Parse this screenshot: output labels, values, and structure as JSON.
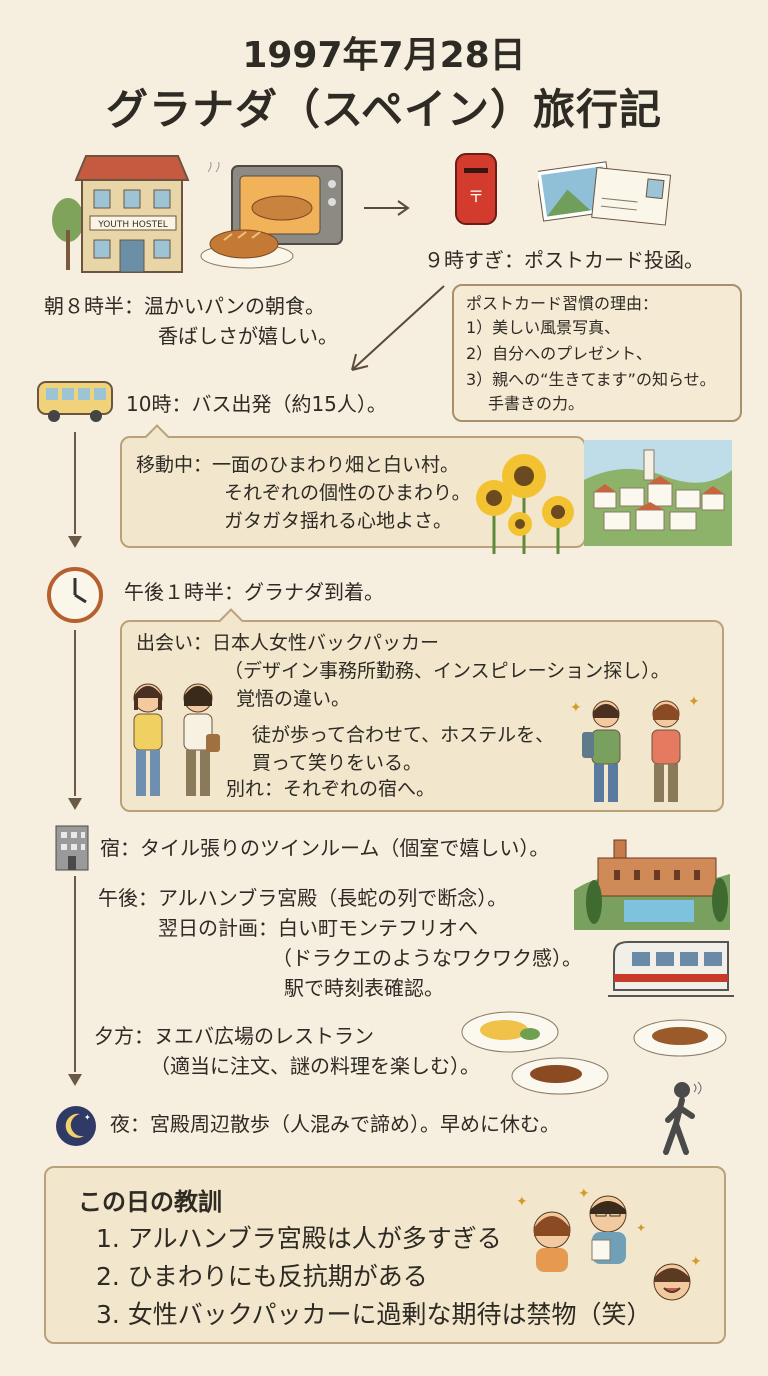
{
  "header": {
    "date": "1997年7月28日",
    "title": "グラナダ（スペイン）旅行記"
  },
  "hostel": {
    "sign": "YOUTH HOSTEL"
  },
  "morning": {
    "line1": "朝８時半：温かいパンの朝食。",
    "line2": "香ばしさが嬉しい。"
  },
  "postcard": {
    "caption": "９時すぎ：ポストカード投函。",
    "note_title": "ポストカード習慣の理由：",
    "reasons": [
      "1）美しい風景写真、",
      "2）自分へのプレゼント、",
      "3）親への“生きてます”の知らせ。"
    ],
    "note_end": "手書きの力。"
  },
  "bus": {
    "line": "10時：バス出発（約15人）。"
  },
  "moving": {
    "line1": "移動中：一面のひまわり畑と白い村。",
    "line2": "それぞれの個性のひまわり。",
    "line3": "ガタガタ揺れる心地よさ。"
  },
  "arrival": {
    "line": "午後１時半：グラナダ到着。"
  },
  "meeting": {
    "line1": "出会い：日本人女性バックパッカー",
    "line2": "（デザイン事務所勤務、インスピレーション探し）。",
    "line3": "覚悟の違い。",
    "line4": "徒が歩って合わせて、ホステルを、",
    "line5": "買って笑りをいる。",
    "line6": "別れ：それぞれの宿へ。"
  },
  "lodging": {
    "line": "宿：タイル張りのツインルーム（個室で嬉しい）。"
  },
  "afternoon": {
    "line1": "午後：アルハンブラ宮殿（長蛇の列で断念）。",
    "line2": "翌日の計画：白い町モンテフリオへ",
    "line3": "（ドラクエのようなワクワク感）。",
    "line4": "駅で時刻表確認。"
  },
  "evening": {
    "line1": "夕方：ヌエバ広場のレストラン",
    "line2": "（適当に注文、謎の料理を楽しむ）。"
  },
  "night": {
    "line": "夜：宮殿周辺散歩（人混みで諦め）。早めに休む。"
  },
  "lessons": {
    "title": "この日の教訓",
    "items": [
      "1. アルハンブラ宮殿は人が多すぎる",
      "2. ひまわりにも反抗期がある",
      "3. 女性バックパッカーに過剰な期待は禁物（笑）"
    ]
  },
  "colors": {
    "background": "#f6efdf",
    "box_fill": "#f2e6cc",
    "box_border": "#b9a27a",
    "line": "#6a5a45"
  },
  "icons": [
    "hostel-icon",
    "oven-icon",
    "bread-icon",
    "mailbox-icon",
    "postcard-icon",
    "bus-icon",
    "sunflower-icon",
    "white-village-icon",
    "clock-icon",
    "backpacker-icon",
    "building-icon",
    "alhambra-icon",
    "train-icon",
    "food-plate-icon",
    "moon-icon",
    "walking-person-icon"
  ]
}
